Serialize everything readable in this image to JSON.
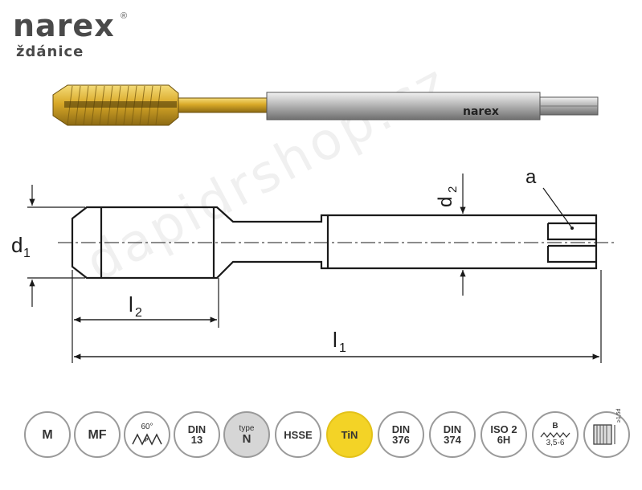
{
  "logo": {
    "brand": "narex",
    "city": "ždánice",
    "reg": "®"
  },
  "tool": {
    "shank_brand": "narex"
  },
  "dims": {
    "d1": "d",
    "d1_sub": "1",
    "d2": "d",
    "d2_sub": "2",
    "l1": "l",
    "l1_sub": "1",
    "l2": "l",
    "l2_sub": "2",
    "a": "a"
  },
  "watermark": "dapidrshop.cz",
  "badges": [
    {
      "line1": "M",
      "line2": ""
    },
    {
      "line1": "MF",
      "line2": ""
    },
    {
      "line1": "60°",
      "line2": "P"
    },
    {
      "line1": "DIN",
      "line2": "13"
    },
    {
      "line1": "type",
      "line2": "N"
    },
    {
      "line1": "HSSE",
      "line2": ""
    },
    {
      "line1": "TiN",
      "line2": ""
    },
    {
      "line1": "DIN",
      "line2": "376"
    },
    {
      "line1": "DIN",
      "line2": "374"
    },
    {
      "line1": "ISO 2",
      "line2": "6H"
    },
    {
      "line1": "B",
      "line2": "3,5-6"
    },
    {
      "line1": "≥1,5d",
      "line2": ""
    }
  ],
  "colors": {
    "coating": "#d9a928",
    "shank": "#c9c9c9",
    "tin_badge": "#f3d326",
    "outline": "#1a1a1a"
  }
}
